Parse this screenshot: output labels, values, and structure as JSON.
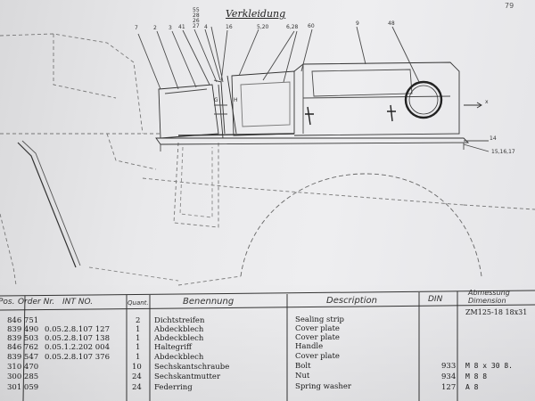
{
  "page_number": "79",
  "drawing": {
    "title": "Verkleidung",
    "callouts": {
      "c7": "7",
      "c2": "2",
      "c3": "3",
      "c41": "41",
      "c55": "55",
      "c28": "28",
      "c26": "26",
      "c27": "27",
      "c4": "4",
      "c16": "16",
      "c520": "5,20",
      "c628": "6,28",
      "c60": "60",
      "c9": "9",
      "c48": "48",
      "c14": "14",
      "c151617": "15,16,17",
      "cx": "x",
      "cG": "G",
      "cH": "H"
    }
  },
  "table": {
    "headers": {
      "pos": "Pos.",
      "order": "Order Nr.",
      "int": "INT NO.",
      "quant": "Quant.",
      "benennung": "Benennung",
      "description": "Description",
      "din": "DIN",
      "dimension_1": "Abmessung",
      "dimension_2": "Dimension"
    },
    "rows": [
      {
        "order": "846 751",
        "int": "",
        "quant": "2",
        "benennung": "Dichtstreifen",
        "description": "Sealing strip",
        "din": "",
        "dim": "ZM125-18 18x31"
      },
      {
        "order": "839 490",
        "int": "0.05.2.8.107 127",
        "quant": "1",
        "benennung": "Abdeckblech",
        "description": "Cover plate",
        "din": "",
        "dim": ""
      },
      {
        "order": "839 503",
        "int": "0.05.2.8.107 138",
        "quant": "1",
        "benennung": "Abdeckblech",
        "description": "Cover plate",
        "din": "",
        "dim": ""
      },
      {
        "order": "846 762",
        "int": "0.05.1.2.202 004",
        "quant": "1",
        "benennung": "Haltegriff",
        "description": "Handle",
        "din": "",
        "dim": ""
      },
      {
        "order": "839 547",
        "int": "0.05.2.8.107 376",
        "quant": "1",
        "benennung": "Abdeckblech",
        "description": "Cover plate",
        "din": "",
        "dim": ""
      },
      {
        "order": "310 470",
        "int": "",
        "quant": "10",
        "benennung": "Sechskantschraube",
        "description": "Bolt",
        "din": "933",
        "dim": "M 8 x 30  8."
      },
      {
        "order": "300 285",
        "int": "",
        "quant": "24",
        "benennung": "Sechskantmutter",
        "description": "Nut",
        "din": "934",
        "dim": "M 8        8"
      },
      {
        "order": "301 059",
        "int": "",
        "quant": "24",
        "benennung": "Federring",
        "description": "Spring washer",
        "din": "127",
        "dim": "A 8"
      }
    ]
  }
}
